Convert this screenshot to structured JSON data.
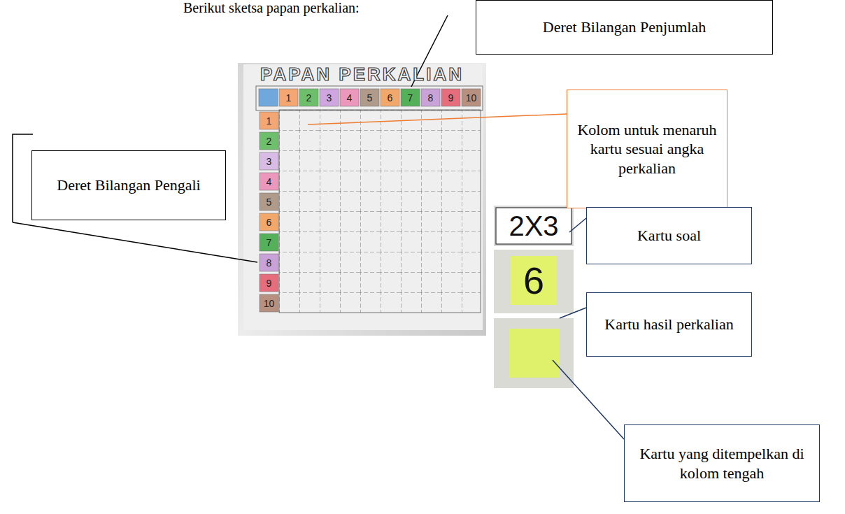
{
  "diagram": {
    "title": "Berikut sketsa papan perkalian:",
    "nodes": [
      {
        "text": [
          "Deret Bilangan Penjumlah"
        ]
      },
      {
        "text": [
          "Kolom untuk menaruh kartu sesuai angka perkalian"
        ]
      },
      {
        "text": [
          "Deret Bilangan Pengali"
        ]
      },
      {
        "text": [
          "Kartu soal"
        ]
      },
      {
        "text": [
          "Kartu hasil perkalian"
        ]
      },
      {
        "text": [
          "Kartu yang ditempelkan di kolom tengah"
        ]
      }
    ],
    "labels": [
      "PAPAN PERKALIAN",
      "1",
      "2",
      "3",
      "4",
      "5",
      "6",
      "7",
      "8",
      "9",
      "10",
      "1",
      "2",
      "3",
      "4",
      "5",
      "6",
      "7",
      "8",
      "9",
      "10",
      "2X3",
      "6"
    ]
  }
}
